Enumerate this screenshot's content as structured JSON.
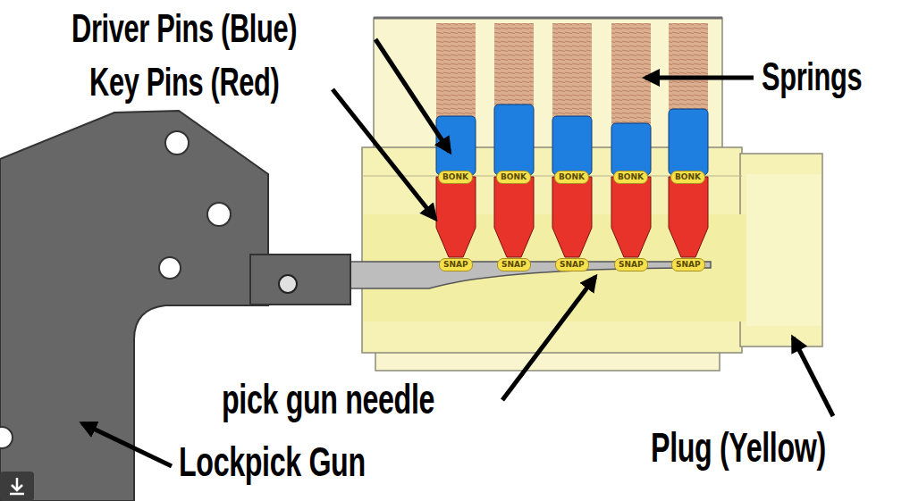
{
  "diagram": {
    "labels": [
      "Driver Pins (Blue)",
      "Springs",
      "Key Pins (Red)",
      "BONK",
      "BONK",
      "BONK",
      "BONK",
      "BONK",
      "SNAP",
      "SNAP",
      "SNAP",
      "SNAP",
      "SNAP",
      "pick gun needle",
      "Plug (Yellow)",
      "Lockpick Gun"
    ]
  }
}
